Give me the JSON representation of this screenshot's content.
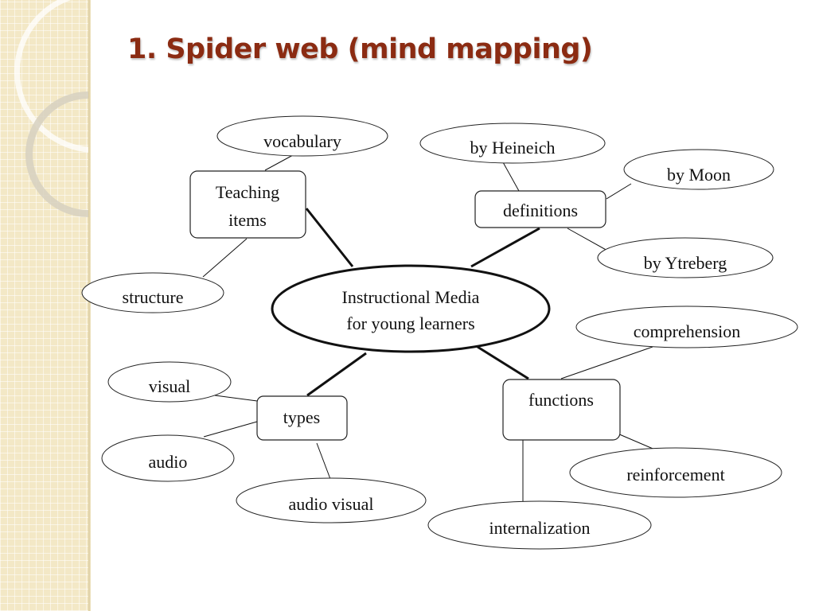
{
  "slide": {
    "title": "1. Spider web (mind mapping)"
  },
  "diagram": {
    "center": {
      "lines": [
        "Instructional Media",
        "for young learners"
      ]
    },
    "branches": {
      "teaching_items": {
        "lines": [
          "Teaching",
          "items"
        ],
        "leaves": {
          "vocabulary": "vocabulary",
          "structure": "structure"
        }
      },
      "definitions": {
        "lines": [
          "definitions"
        ],
        "leaves": {
          "heineich": "by Heineich",
          "moon": "by Moon",
          "ytreberg": "by Ytreberg"
        }
      },
      "types": {
        "lines": [
          "types"
        ],
        "leaves": {
          "visual": "visual",
          "audio": "audio",
          "audio_visual": "audio visual"
        }
      },
      "functions": {
        "lines": [
          "functions"
        ],
        "leaves": {
          "comprehension": "comprehension",
          "reinforcement": "reinforcement",
          "internalization": "internalization"
        }
      }
    }
  },
  "colors": {
    "title": "#8b2b12",
    "sidebar": "#f3e8c6",
    "line": "#111111"
  }
}
